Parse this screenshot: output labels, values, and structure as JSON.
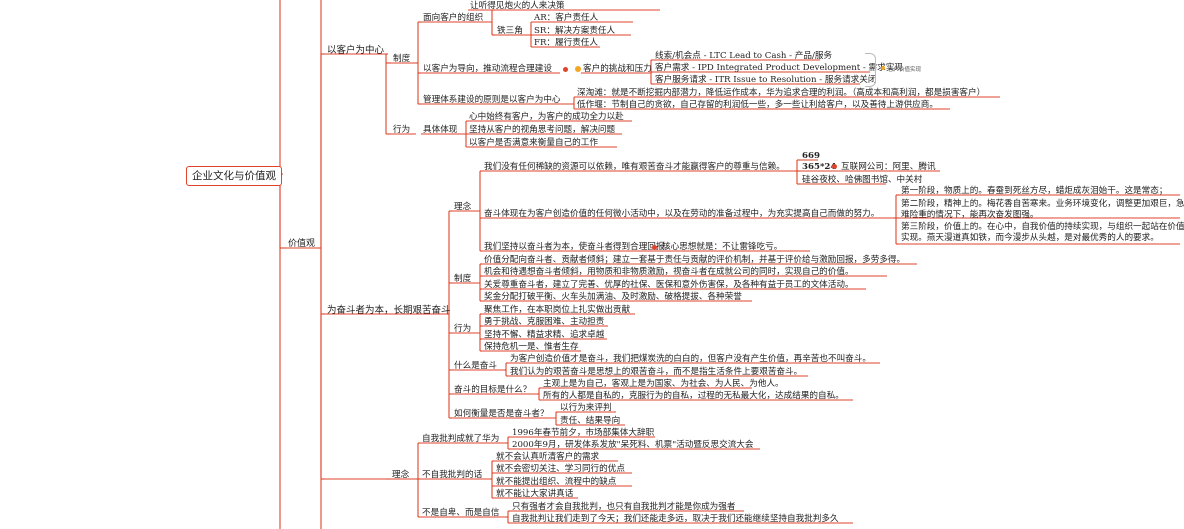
{
  "accent_color": "#e0432b",
  "root": "企业文化与价值观",
  "l1": {
    "value": "价值观"
  },
  "customer": {
    "title": "以客户为中心",
    "system": {
      "title": "制度",
      "org": {
        "title": "面向客户的组织",
        "top_cut": "让听得见炮火的人来决策",
        "triangle": {
          "title": "铁三角",
          "items": [
            "AR：客户责任人",
            "SR：解决方案责任人",
            "FR：履行责任人"
          ]
        }
      },
      "process": {
        "title": "以客户为导向，推动流程合理建设",
        "challenge": "客户的挑战和压力",
        "items": [
          "线索/机会点 - LTC Lead to Cash - 产品/服务",
          "客户需求 - IPD Integrated Product Development - 需求实现",
          "客户服务请求 - ITR Issue to Resolution - 服务请求关闭"
        ],
        "tag": "客户价值实现"
      },
      "mgmt": {
        "title": "管理体系建设的原则是以客户为中心",
        "items": [
          "深淘滩：就是不断挖掘内部潜力，降低运作成本，华为追求合理的利润。（高成本和高利润，都是损害客户）",
          "低作堰：节制自己的贪欲，自己存留的利润低一些，多一些让利给客户，以及善待上游供应商。"
        ]
      }
    },
    "behavior": {
      "title": "行为",
      "sub": "具体体现",
      "items": [
        "心中始终有客户，为客户的成功全力以赴",
        "坚持从客户的视角思考问题，解决问题",
        "以客户是否满意来衡量自己的工作"
      ]
    }
  },
  "striver": {
    "title": "为奋斗者为本，长期艰苦奋斗",
    "concept": {
      "title": "理念",
      "p1": "我们没有任何稀缺的资源可以依赖，唯有艰苦奋斗才能赢得客户的尊重与信赖。",
      "p1_children": [
        "669",
        "365*24",
        "互联网公司：阿里、腾讯",
        "硅谷夜校、哈佛图书馆、中关村"
      ],
      "p2": "奋斗体现在为客户创造价值的任何微小活动中，以及在劳动的准备过程中，为充实提高自己而做的努力。",
      "stages": [
        "第一阶段，物质上的。春蚕到死丝方尽，蜡炬成灰泪始干。这是常态；",
        "第二阶段，精神上的。梅花香自苦寒来。业务环境变化，调整更加艰巨，急难险重的情况下，能再次奋发图强。",
        "第三阶段，价值上的。在心中，自我价值的持续实现，与组织一起站在价值实现。燕天漫道真如铁，而今漫步从头越，是对最优秀的人的要求。"
      ],
      "p3": "我们坚持以奋斗者为本，使奋斗者得到合理回报。",
      "p3_core": "核心思想就是：不让雷锋吃亏。"
    },
    "system": {
      "title": "制度",
      "items": [
        "价值分配向奋斗者、贡献者倾斜；建立一套基于责任与贡献的评价机制，并基于评价给与激励回报，多劳多得。",
        "机会和待遇想奋斗者倾斜，用物质和非物质激励，视奋斗者在成就公司的同时，实现自己的价值。",
        "关爱尊重奋斗者，建立了完善、优厚的社保、医保和意外伤害保，及各种有益于员工的文体活动。",
        "奖金分配打破平衡、火车头加满油、及时激励、破格提拔、各种荣誉"
      ]
    },
    "behavior": {
      "title": "行为",
      "items": [
        "聚焦工作，在本职岗位上扎实做出贡献",
        "勇于挑战、克服困难、主动担责",
        "坚持不懈、精益求精、追求卓越",
        "保持危机一是、惟者生存"
      ]
    },
    "what": {
      "title": "什么是奋斗",
      "items": [
        "为客户创造价值才是奋斗，我们把煤炭洗的白白的，但客户没有产生价值，再辛苦也不叫奋斗。",
        "我们认为的艰苦奋斗是思想上的艰苦奋斗，而不是指生活条件上要艰苦奋斗。"
      ]
    },
    "goal": {
      "title": "奋斗的目标是什么？",
      "items": [
        "主观上是为自己，客观上是为国家、为社会、为人民、为他人。",
        "所有的人都是自私的，克服行为的自私，过程的无私最大化，达成结果的自私。"
      ]
    },
    "measure": {
      "title": "如何衡量是否是奋斗者？",
      "items": [
        "以行为来评判",
        "责任、结果导向"
      ]
    }
  },
  "critique": {
    "title": "理念",
    "h1": {
      "title": "自我批判成就了华为",
      "items": [
        "1996年春节前夕，市场部集体大辞职",
        "2000年9月，研发体系发放\"呆死料、机票\"活动暨反思交流大会"
      ]
    },
    "h2": {
      "title": "不自我批判的话",
      "items": [
        "就不会认真听清客户的需求",
        "就不会密切关注、学习同行的优点",
        "就不能提出组织、流程中的缺点",
        "就不能让大家讲真话"
      ]
    },
    "h3": {
      "title": "不是自卑、而是自信",
      "items": [
        "只有强者才会自我批判，也只有自我批判才能是你成为强者",
        "自我批判让我们走到了今天；我们还能走多远，取决于我们还能继续坚持自我批判多久"
      ]
    }
  }
}
